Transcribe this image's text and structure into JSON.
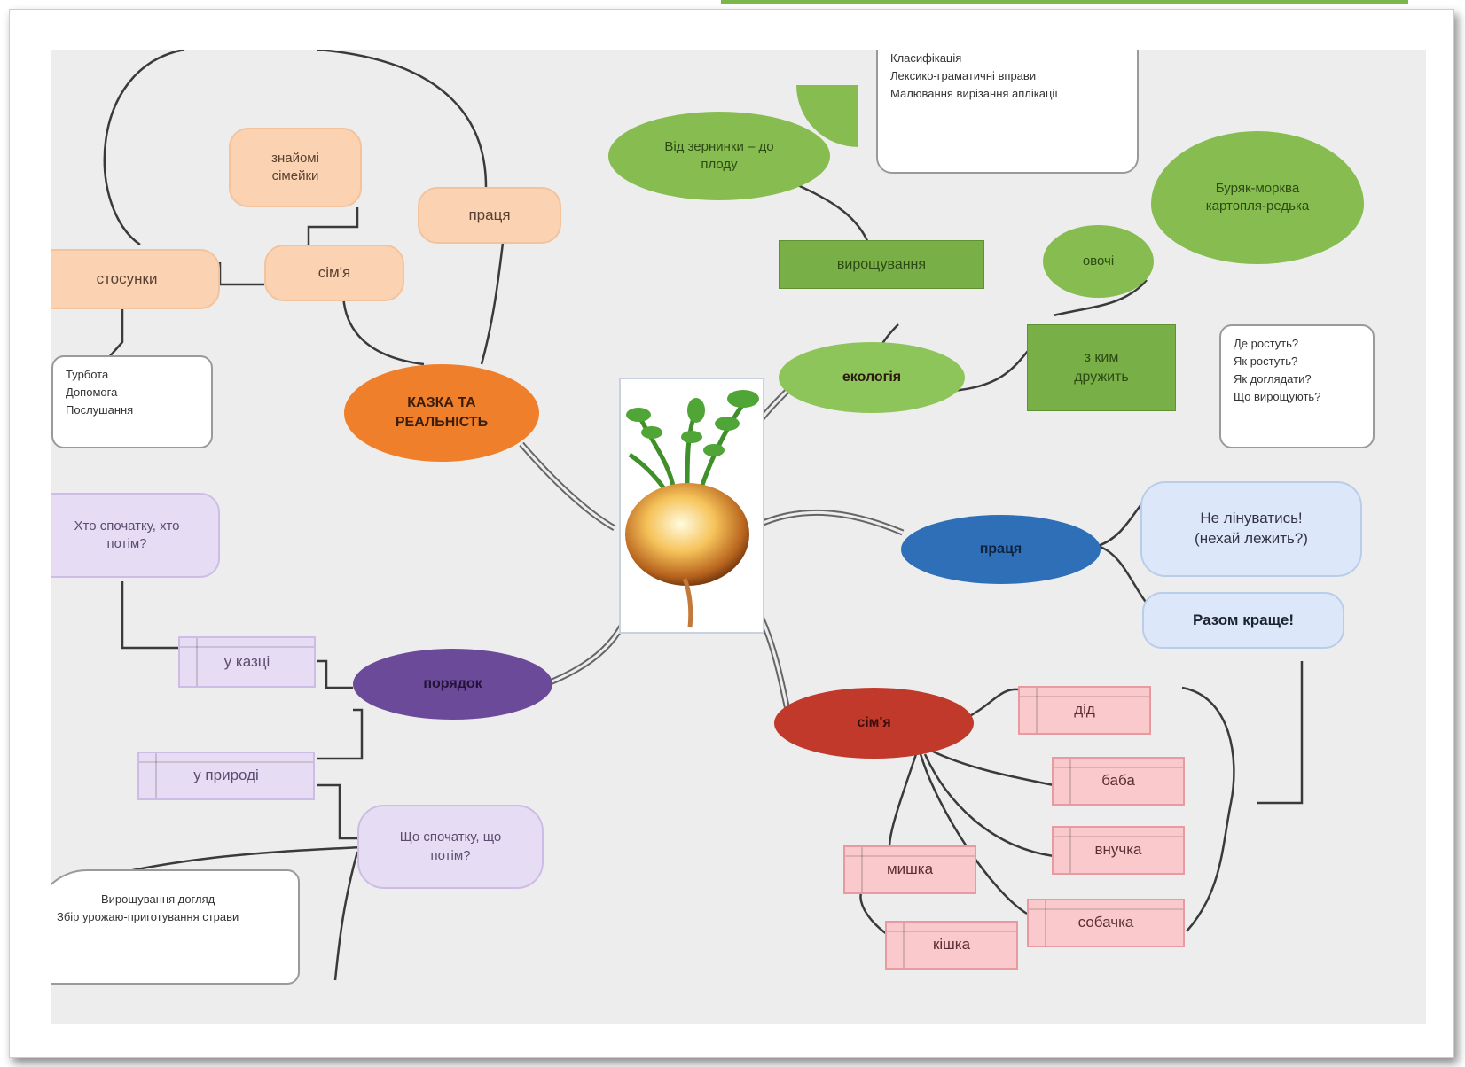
{
  "nodes": {
    "kazka": "КАЗКА ТА РЕАЛЬНІСТЬ",
    "ekologiya": "екологія",
    "pratsia": "праця",
    "poryadok": "порядок",
    "simia": "сім'я"
  },
  "kazka_branch": {
    "stosunky": "стосунки",
    "simia_small": "сім'я",
    "znaiomi": "знайомі сімейки",
    "pratsia_small": "праця",
    "note": [
      "Турбота",
      "Допомога",
      "Послушання"
    ]
  },
  "eco_branch": {
    "vyroshchuvannia": "вирощування",
    "vid_zernyny": "Від зернинки – до плоду",
    "note_top": [
      "Класифікація",
      "Лексико-граматичні вправи",
      "Малювання вирізання аплікації"
    ],
    "ovochi": "овочі",
    "buriak": "Буряк-морква картопля-редька",
    "z_kym": "з ким дружить",
    "note_right": [
      "Де ростуть?",
      "Як ростуть?",
      "Як доглядати?",
      "Що вирощують?"
    ]
  },
  "pratsia_branch": {
    "ne_linuvatys": "Не лінуватись! (нехай лежить?)",
    "razom": "Разом краще!"
  },
  "poryadok_branch": {
    "khto_spochatku": "Хто спочатку, хто потім?",
    "u_kaztsi": "у казці",
    "u_pryrodi": "у природі",
    "shcho_spochatku": "Що спочатку, що потім?",
    "note": [
      "Вирощування догляд",
      "Збір урожаю-приготування страви"
    ]
  },
  "simia_branch": {
    "did": "дід",
    "baba": "баба",
    "vnuchka": "внучка",
    "myshka": "мишка",
    "sobachka": "собачка",
    "kishka": "кішка"
  },
  "colors": {
    "orange": "#f07f2c",
    "green": "#7ab648",
    "blue": "#2f6fb8",
    "purple": "#6c4a9a",
    "red": "#c0392b"
  }
}
